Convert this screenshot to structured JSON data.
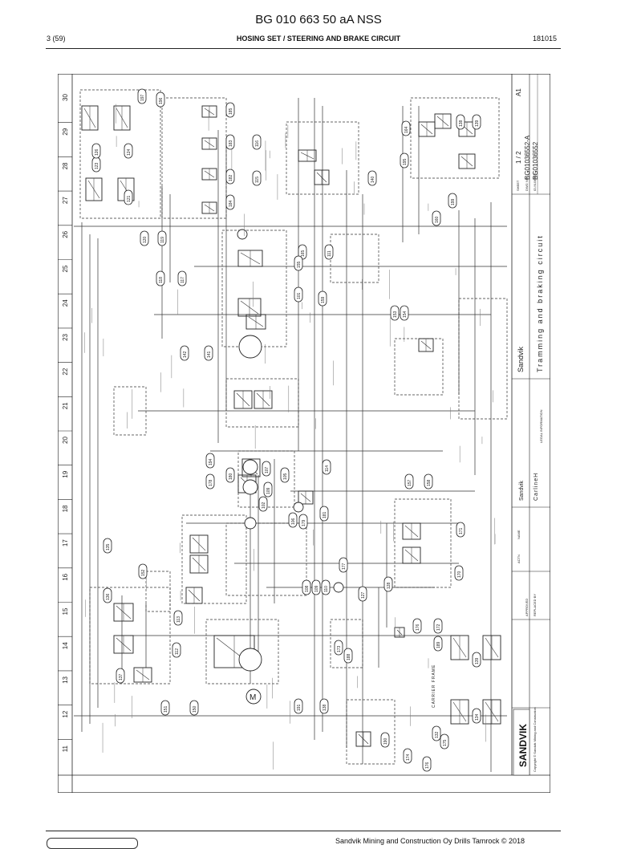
{
  "document": {
    "title": "BG 010 663 50 aA NSS",
    "page": "3 (59)",
    "section": "HOSING SET / STEERING AND BRAKE CIRCUIT",
    "date": "181015"
  },
  "drawing": {
    "column_numbers": [
      "30",
      "29",
      "28",
      "27",
      "26",
      "25",
      "24",
      "23",
      "22",
      "21",
      "20",
      "19",
      "18",
      "17",
      "16",
      "15",
      "14",
      "13",
      "12",
      "11"
    ],
    "title_block": {
      "company": "Sandvik",
      "drawing_title": "Tramming and braking circuit",
      "sheet_label": "SHEET",
      "sheet": "1 / 2",
      "size": "A1",
      "dwg_label": "DWG NO",
      "dwg_no": "BG01036552-A",
      "id_label": "ID-NUMBER",
      "id_no": "BG01036552",
      "company2": "Sandvik",
      "drawn_by": "CarlineH",
      "act_label": "ACTN",
      "name_label": "NAME",
      "approved_label": "APPROVED",
      "replaces_label": "REPLACED BY",
      "legal_label": "LEGAL INFORMATION",
      "copyright": "Copyright © Sandvik Mining and Construction"
    },
    "logo_text": "SANDVIK",
    "motor_label": "M",
    "section_label": "CARRIER FRAME",
    "ref_numbers": [
      "197",
      "196",
      "123",
      "126",
      "124",
      "121",
      "120",
      "119",
      "118",
      "117",
      "185",
      "183",
      "182",
      "184",
      "116",
      "115",
      "165",
      "111",
      "101",
      "159",
      "142",
      "141",
      "153",
      "154",
      "140",
      "164",
      "195",
      "199",
      "160",
      "138",
      "139",
      "194",
      "178",
      "180",
      "107",
      "109",
      "105",
      "114",
      "102",
      "106",
      "179",
      "181",
      "157",
      "158",
      "171",
      "170",
      "135",
      "152",
      "136",
      "113",
      "112",
      "137",
      "151",
      "150",
      "108",
      "109",
      "110",
      "177",
      "127",
      "128",
      "176",
      "172",
      "173",
      "188",
      "189",
      "139",
      "134",
      "132",
      "175",
      "174",
      "176",
      "190",
      "191",
      "138",
      "155"
    ]
  },
  "footer": {
    "company": "Sandvik Mining and Construction Oy Drills Tamrock © 2018"
  },
  "colors": {
    "ink": "#222222",
    "paper": "#ffffff"
  },
  "icons": [
    "sandvik-logo-icon"
  ]
}
